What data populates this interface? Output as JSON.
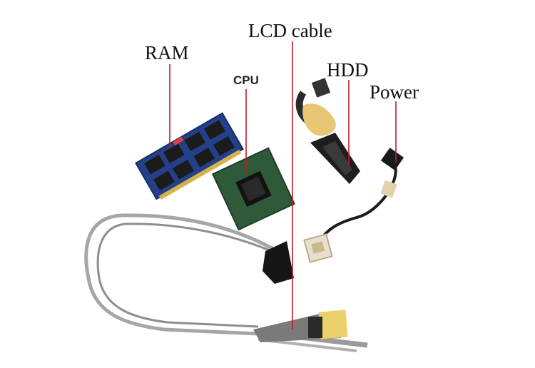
{
  "labels": {
    "ram": "RAM",
    "cpu": "CPU",
    "lcd_cable": "LCD cable",
    "hdd": "HDD",
    "power": "Power"
  },
  "colors": {
    "background": "#ffffff",
    "pointer_line": "#c01a2a",
    "ram_pcb": "#24408a",
    "cpu_substrate": "#2f5a3a",
    "cpu_die": "#121212",
    "cable_gray": "#9a9a9a",
    "cable_black": "#1a1a1a",
    "tape_yellow": "#e8c674"
  }
}
